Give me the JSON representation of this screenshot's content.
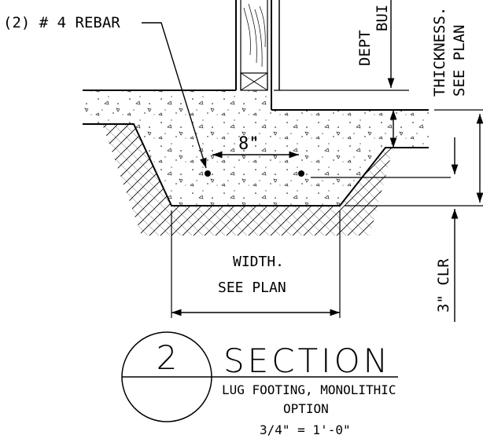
{
  "labels": {
    "rebar": "(2) # 4 REBAR",
    "spacing": "8\"",
    "width_line1": "WIDTH.",
    "width_line2": "SEE PLAN",
    "depth_line1": "DEPT",
    "depth_line2": "BUI",
    "thickness_line1": "THICKNESS.",
    "thickness_line2": "SEE PLAN",
    "clearance": "3\" CLR"
  },
  "title_block": {
    "detail_number": "2",
    "title": "SECTION",
    "subtitle_line1": "LUG FOOTING, MONOLITHIC",
    "subtitle_line2": "OPTION",
    "scale": "3/4\" = 1'-0\""
  }
}
